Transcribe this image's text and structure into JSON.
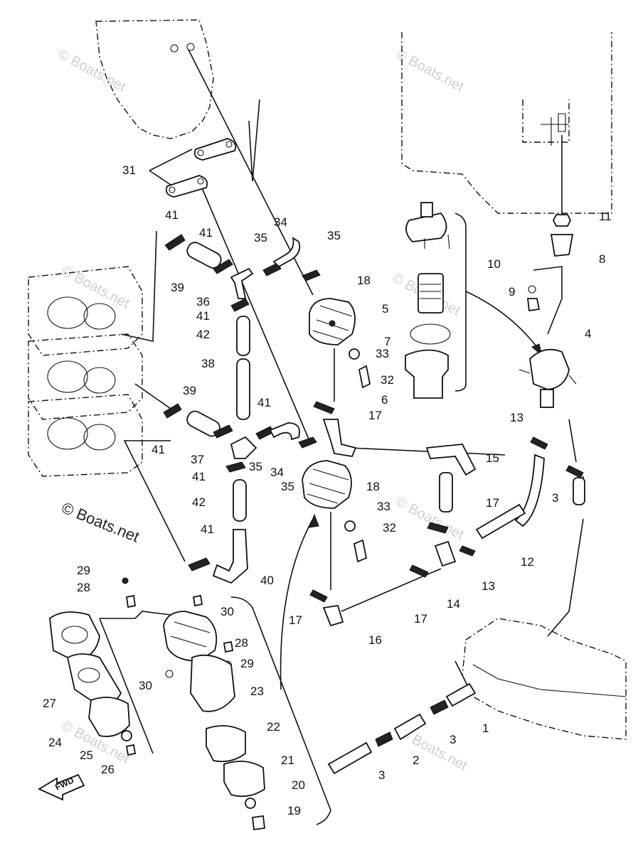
{
  "watermark": "© Boats.net",
  "fwd_label": "FWD",
  "callouts": [
    {
      "id": "c31",
      "text": "31"
    },
    {
      "id": "c41a",
      "text": "41"
    },
    {
      "id": "c41b",
      "text": "41"
    },
    {
      "id": "c35a",
      "text": "35"
    },
    {
      "id": "c34a",
      "text": "34"
    },
    {
      "id": "c35b",
      "text": "35"
    },
    {
      "id": "c39a",
      "text": "39"
    },
    {
      "id": "c36",
      "text": "36"
    },
    {
      "id": "c41c",
      "text": "41"
    },
    {
      "id": "c42a",
      "text": "42"
    },
    {
      "id": "c38",
      "text": "38"
    },
    {
      "id": "c18a",
      "text": "18"
    },
    {
      "id": "c33a",
      "text": "33"
    },
    {
      "id": "c32a",
      "text": "32"
    },
    {
      "id": "c5",
      "text": "5"
    },
    {
      "id": "c7",
      "text": "7"
    },
    {
      "id": "c6",
      "text": "6"
    },
    {
      "id": "c11",
      "text": "11"
    },
    {
      "id": "c8",
      "text": "8"
    },
    {
      "id": "c10",
      "text": "10"
    },
    {
      "id": "c9",
      "text": "9"
    },
    {
      "id": "c4",
      "text": "4"
    },
    {
      "id": "c13a",
      "text": "13"
    },
    {
      "id": "c3a",
      "text": "3"
    },
    {
      "id": "c17a",
      "text": "17"
    },
    {
      "id": "c15",
      "text": "15"
    },
    {
      "id": "c39b",
      "text": "39"
    },
    {
      "id": "c41d",
      "text": "41"
    },
    {
      "id": "c41e",
      "text": "41"
    },
    {
      "id": "c37",
      "text": "37"
    },
    {
      "id": "c41f",
      "text": "41"
    },
    {
      "id": "c35c",
      "text": "35"
    },
    {
      "id": "c34b",
      "text": "34"
    },
    {
      "id": "c35d",
      "text": "35"
    },
    {
      "id": "c18b",
      "text": "18"
    },
    {
      "id": "c42b",
      "text": "42"
    },
    {
      "id": "c33b",
      "text": "33"
    },
    {
      "id": "c32b",
      "text": "32"
    },
    {
      "id": "c17b",
      "text": "17"
    },
    {
      "id": "c12",
      "text": "12"
    },
    {
      "id": "c13b",
      "text": "13"
    },
    {
      "id": "c41g",
      "text": "41"
    },
    {
      "id": "c40",
      "text": "40"
    },
    {
      "id": "c29a",
      "text": "29"
    },
    {
      "id": "c28a",
      "text": "28"
    },
    {
      "id": "c30a",
      "text": "30"
    },
    {
      "id": "c14",
      "text": "14"
    },
    {
      "id": "c17c",
      "text": "17"
    },
    {
      "id": "c17d",
      "text": "17"
    },
    {
      "id": "c16",
      "text": "16"
    },
    {
      "id": "c28b",
      "text": "28"
    },
    {
      "id": "c29b",
      "text": "29"
    },
    {
      "id": "c30b",
      "text": "30"
    },
    {
      "id": "c27",
      "text": "27"
    },
    {
      "id": "c23",
      "text": "23"
    },
    {
      "id": "c1",
      "text": "1"
    },
    {
      "id": "c22",
      "text": "22"
    },
    {
      "id": "c24",
      "text": "24"
    },
    {
      "id": "c3b",
      "text": "3"
    },
    {
      "id": "c25",
      "text": "25"
    },
    {
      "id": "c26",
      "text": "26"
    },
    {
      "id": "c2",
      "text": "2"
    },
    {
      "id": "c21",
      "text": "21"
    },
    {
      "id": "c3c",
      "text": "3"
    },
    {
      "id": "c20",
      "text": "20"
    },
    {
      "id": "c19",
      "text": "19"
    }
  ]
}
